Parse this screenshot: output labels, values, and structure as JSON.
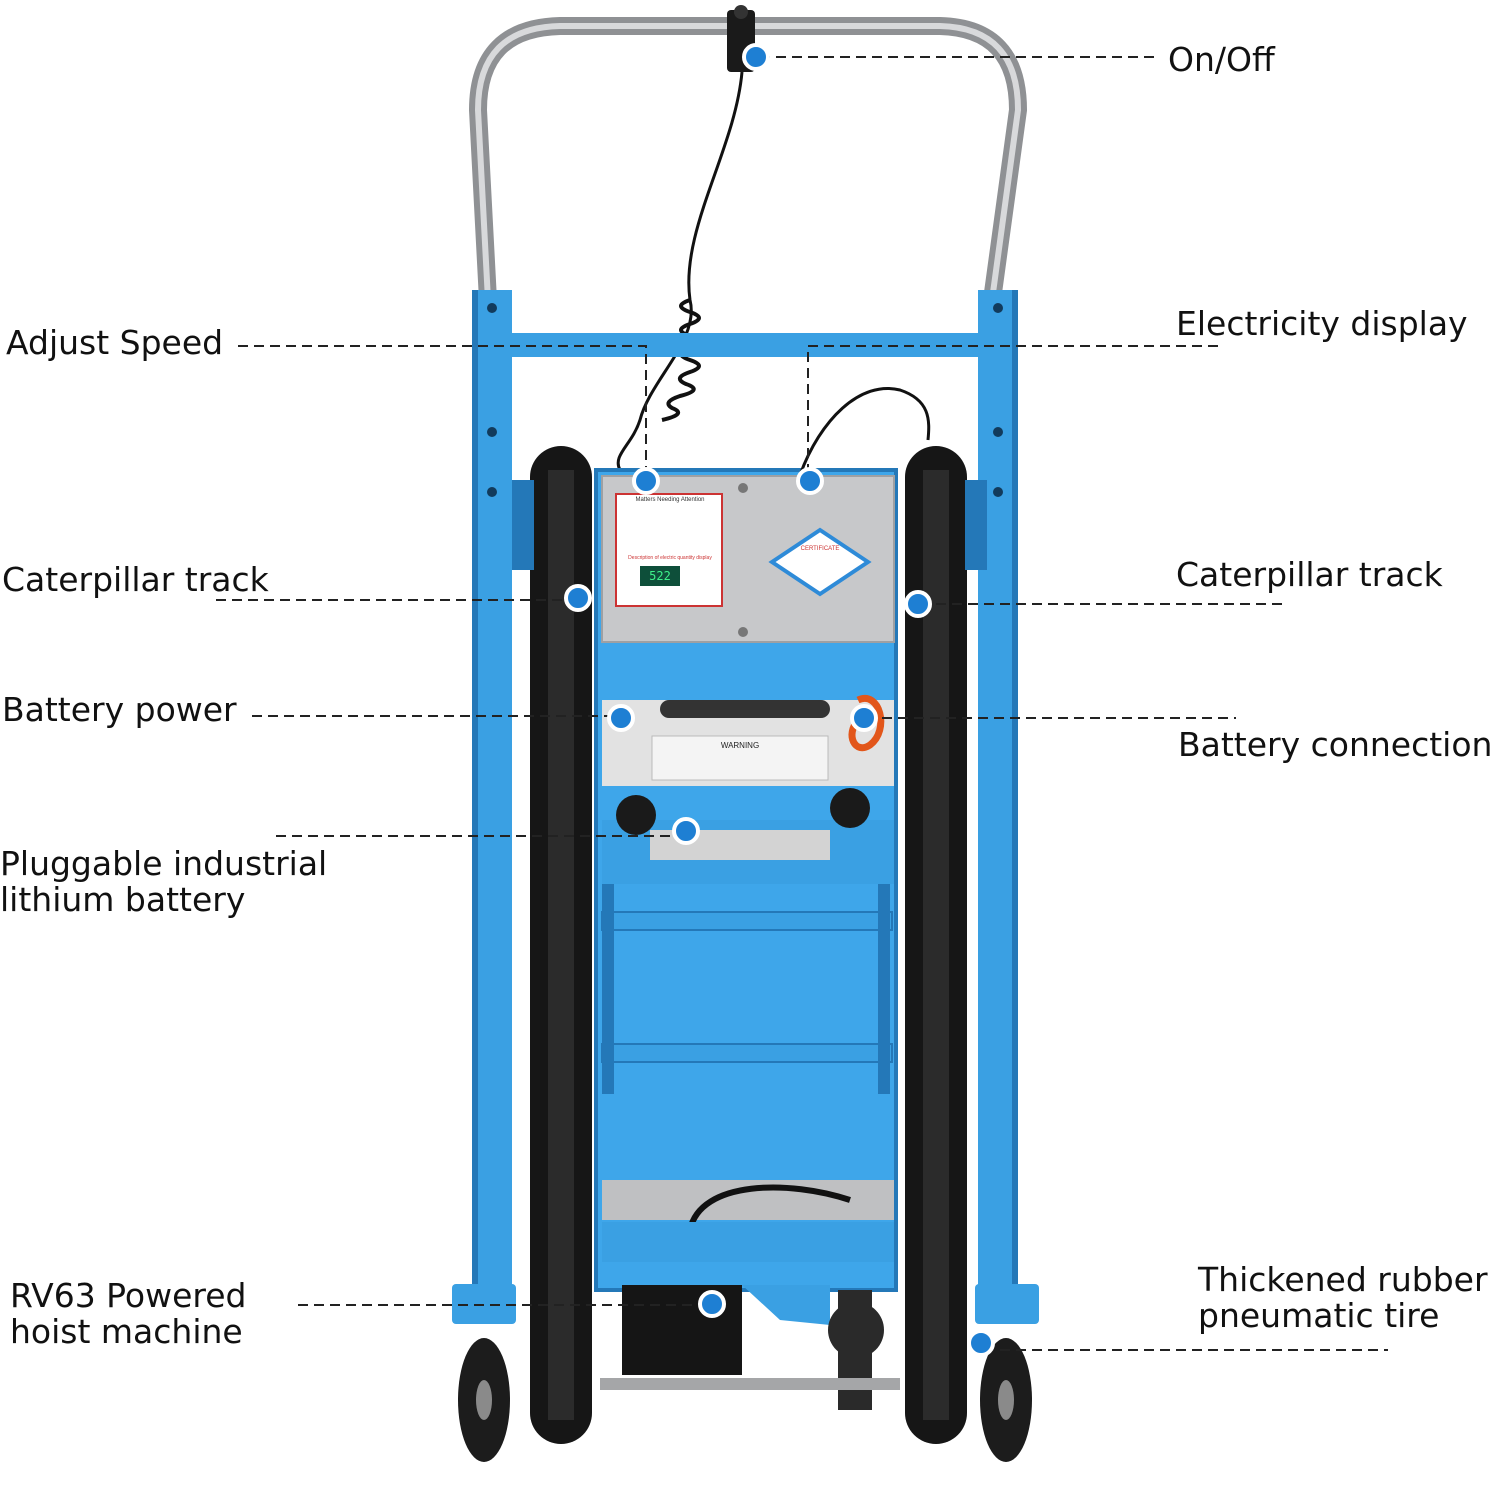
{
  "colors": {
    "frame_blue": "#3aa0e3",
    "frame_blue_dark": "#2478b8",
    "track_black": "#1a1a1a",
    "handle_steel": "#9a9a9a",
    "plate_steel": "#c9c9c9",
    "dot_blue": "#1e7fd3",
    "battery_cable_orange": "#e2561a"
  },
  "callouts": {
    "on_off": "On/Off",
    "adjust_speed": "Adjust Speed",
    "electricity_display": "Electricity display",
    "caterpillar_track_left": "Caterpillar track",
    "caterpillar_track_right": "Caterpillar track",
    "battery_power": "Battery power",
    "battery_connection": "Battery connection",
    "pluggable_battery_line1": "Pluggable industrial",
    "pluggable_battery_line2": "lithium battery",
    "hoist_machine_line1": "RV63 Powered",
    "hoist_machine_line2": "hoist machine",
    "tire_line1": "Thickened rubber",
    "tire_line2": "pneumatic tire"
  },
  "panel": {
    "warning_title": "Matters Needing Attention",
    "display_caption": "Description of electric quantity display",
    "display_value": "522",
    "certificate": "CERTIFICATE",
    "battery_warning": "WARNING"
  },
  "icons": [
    "power-switch-icon",
    "speed-knob-icon",
    "battery-gauge-icon"
  ]
}
